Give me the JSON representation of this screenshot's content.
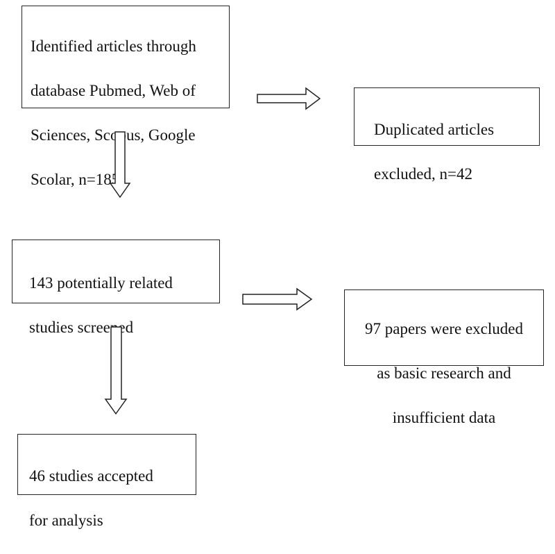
{
  "flowchart": {
    "identified": {
      "lines": [
        "Identified articles through",
        "database Pubmed, Web of",
        "Sciences, Scopus, Google",
        "Scolar, n=185"
      ]
    },
    "duplicates": {
      "lines": [
        "Duplicated articles",
        "excluded, n=42"
      ]
    },
    "screened": {
      "lines": [
        "143 potentially related",
        "studies screened"
      ]
    },
    "excluded": {
      "lines": [
        "97 papers were excluded",
        "as basic research and",
        "insufficient data"
      ]
    },
    "accepted": {
      "lines": [
        "46 studies accepted",
        "for analysis"
      ]
    }
  },
  "style": {
    "stroke": "#222222",
    "background": "#ffffff"
  }
}
